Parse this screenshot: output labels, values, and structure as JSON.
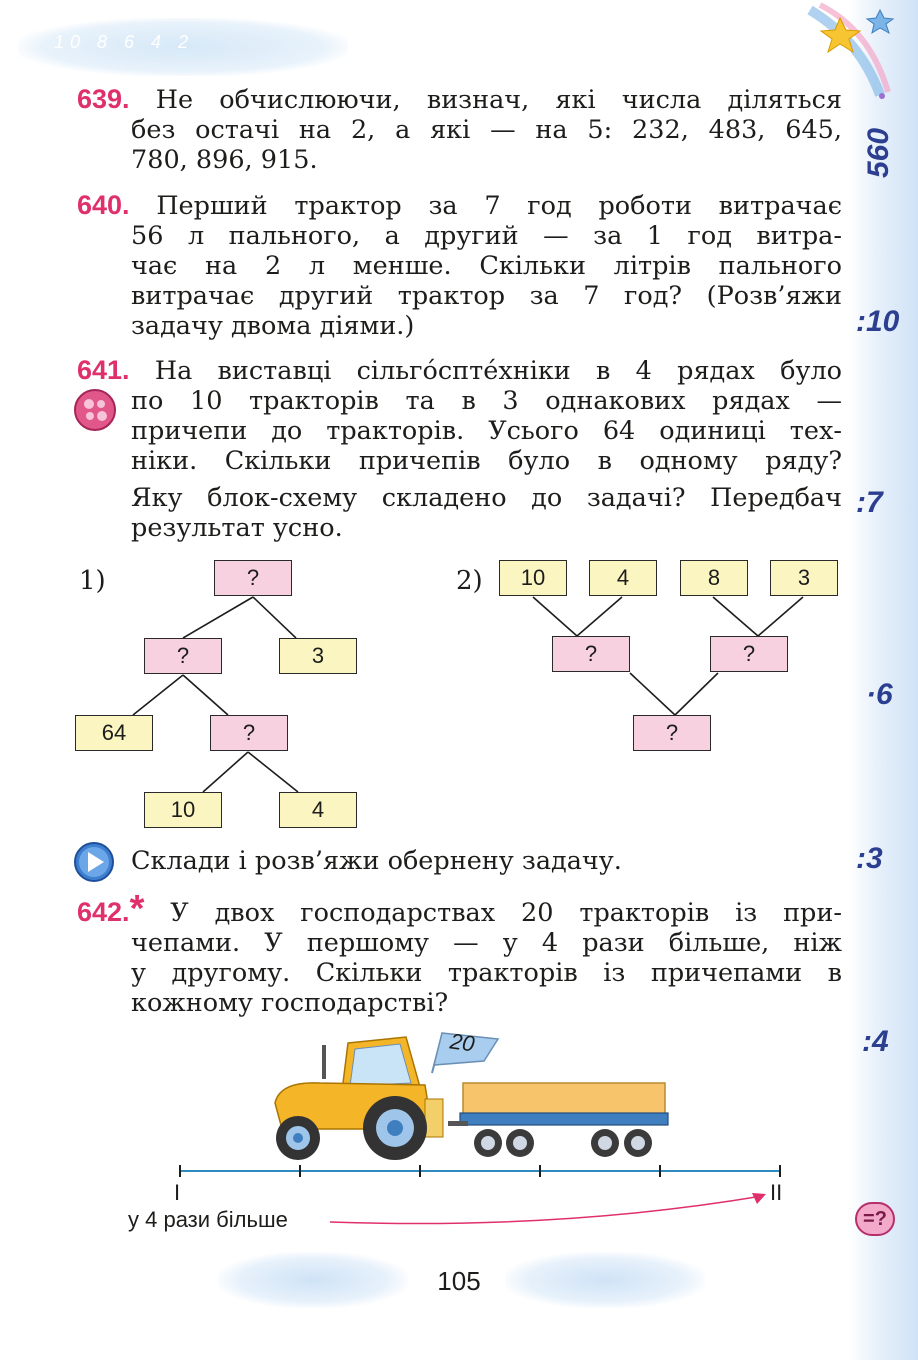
{
  "header": {
    "cloud_numbers": "10 8 6 4 2"
  },
  "side_labels": [
    "560",
    ":10",
    ":7",
    "·6",
    ":3",
    ":4",
    "=?"
  ],
  "task639": {
    "number": "639.",
    "lines": [
      "Не обчислюючи, визнач, які числа діляться",
      "без остачі на 2, а які — на 5: 232, 483, 645,",
      "780, 896, 915."
    ]
  },
  "task640": {
    "number": "640.",
    "lines": [
      "Перший трактор за 7 год роботи витрачає",
      "56 л пального, а другий — за 1 год витра-",
      "чає на 2 л менше. Скільки літрів пального",
      "витрачає другий трактор за 7 год? (Розв’яжи",
      "задачу двома діями.)"
    ]
  },
  "task641": {
    "number": "641.",
    "lines": [
      "На виставці сільгóсптéхніки в 4 рядах було",
      "по 10 тракторів та в 3 однакових рядах —",
      "причепи до тракторів. Усього 64 одиниці тех-",
      "ніки. Скільки причепів було в одному ряду?",
      "Яку блок-схему складено до задачі? Передбач",
      "результат усно."
    ]
  },
  "schema1": {
    "label": "1)",
    "top": "?",
    "mid_left": "?",
    "mid_right": "3",
    "low_left": "64",
    "low_right": "?",
    "bottom_left": "10",
    "bottom_right": "4"
  },
  "schema2": {
    "label": "2)",
    "top": [
      "10",
      "4",
      "8",
      "3"
    ],
    "mid": [
      "?",
      "?"
    ],
    "bottom": "?"
  },
  "reverse_task": {
    "text": "Склади і розв’яжи обернену задачу."
  },
  "task642": {
    "number": "642.",
    "star": "*",
    "lines": [
      "У двох господарствах 20 тракторів із при-",
      "чепами. У першому — у 4 рази більше, ніж",
      "у другому. Скільки тракторів із причепами в",
      "кожному господарстві?"
    ]
  },
  "illustration": {
    "flag_number": "20",
    "segment_start": "I",
    "segment_end": "II",
    "caption": "у 4 рази більше"
  },
  "footer": {
    "page_number": "105"
  },
  "colors": {
    "accent": "#e0306b",
    "pink_box": "#f7d1e0",
    "yellow_box": "#fbf5c2",
    "side_text": "#2c3e8f"
  }
}
